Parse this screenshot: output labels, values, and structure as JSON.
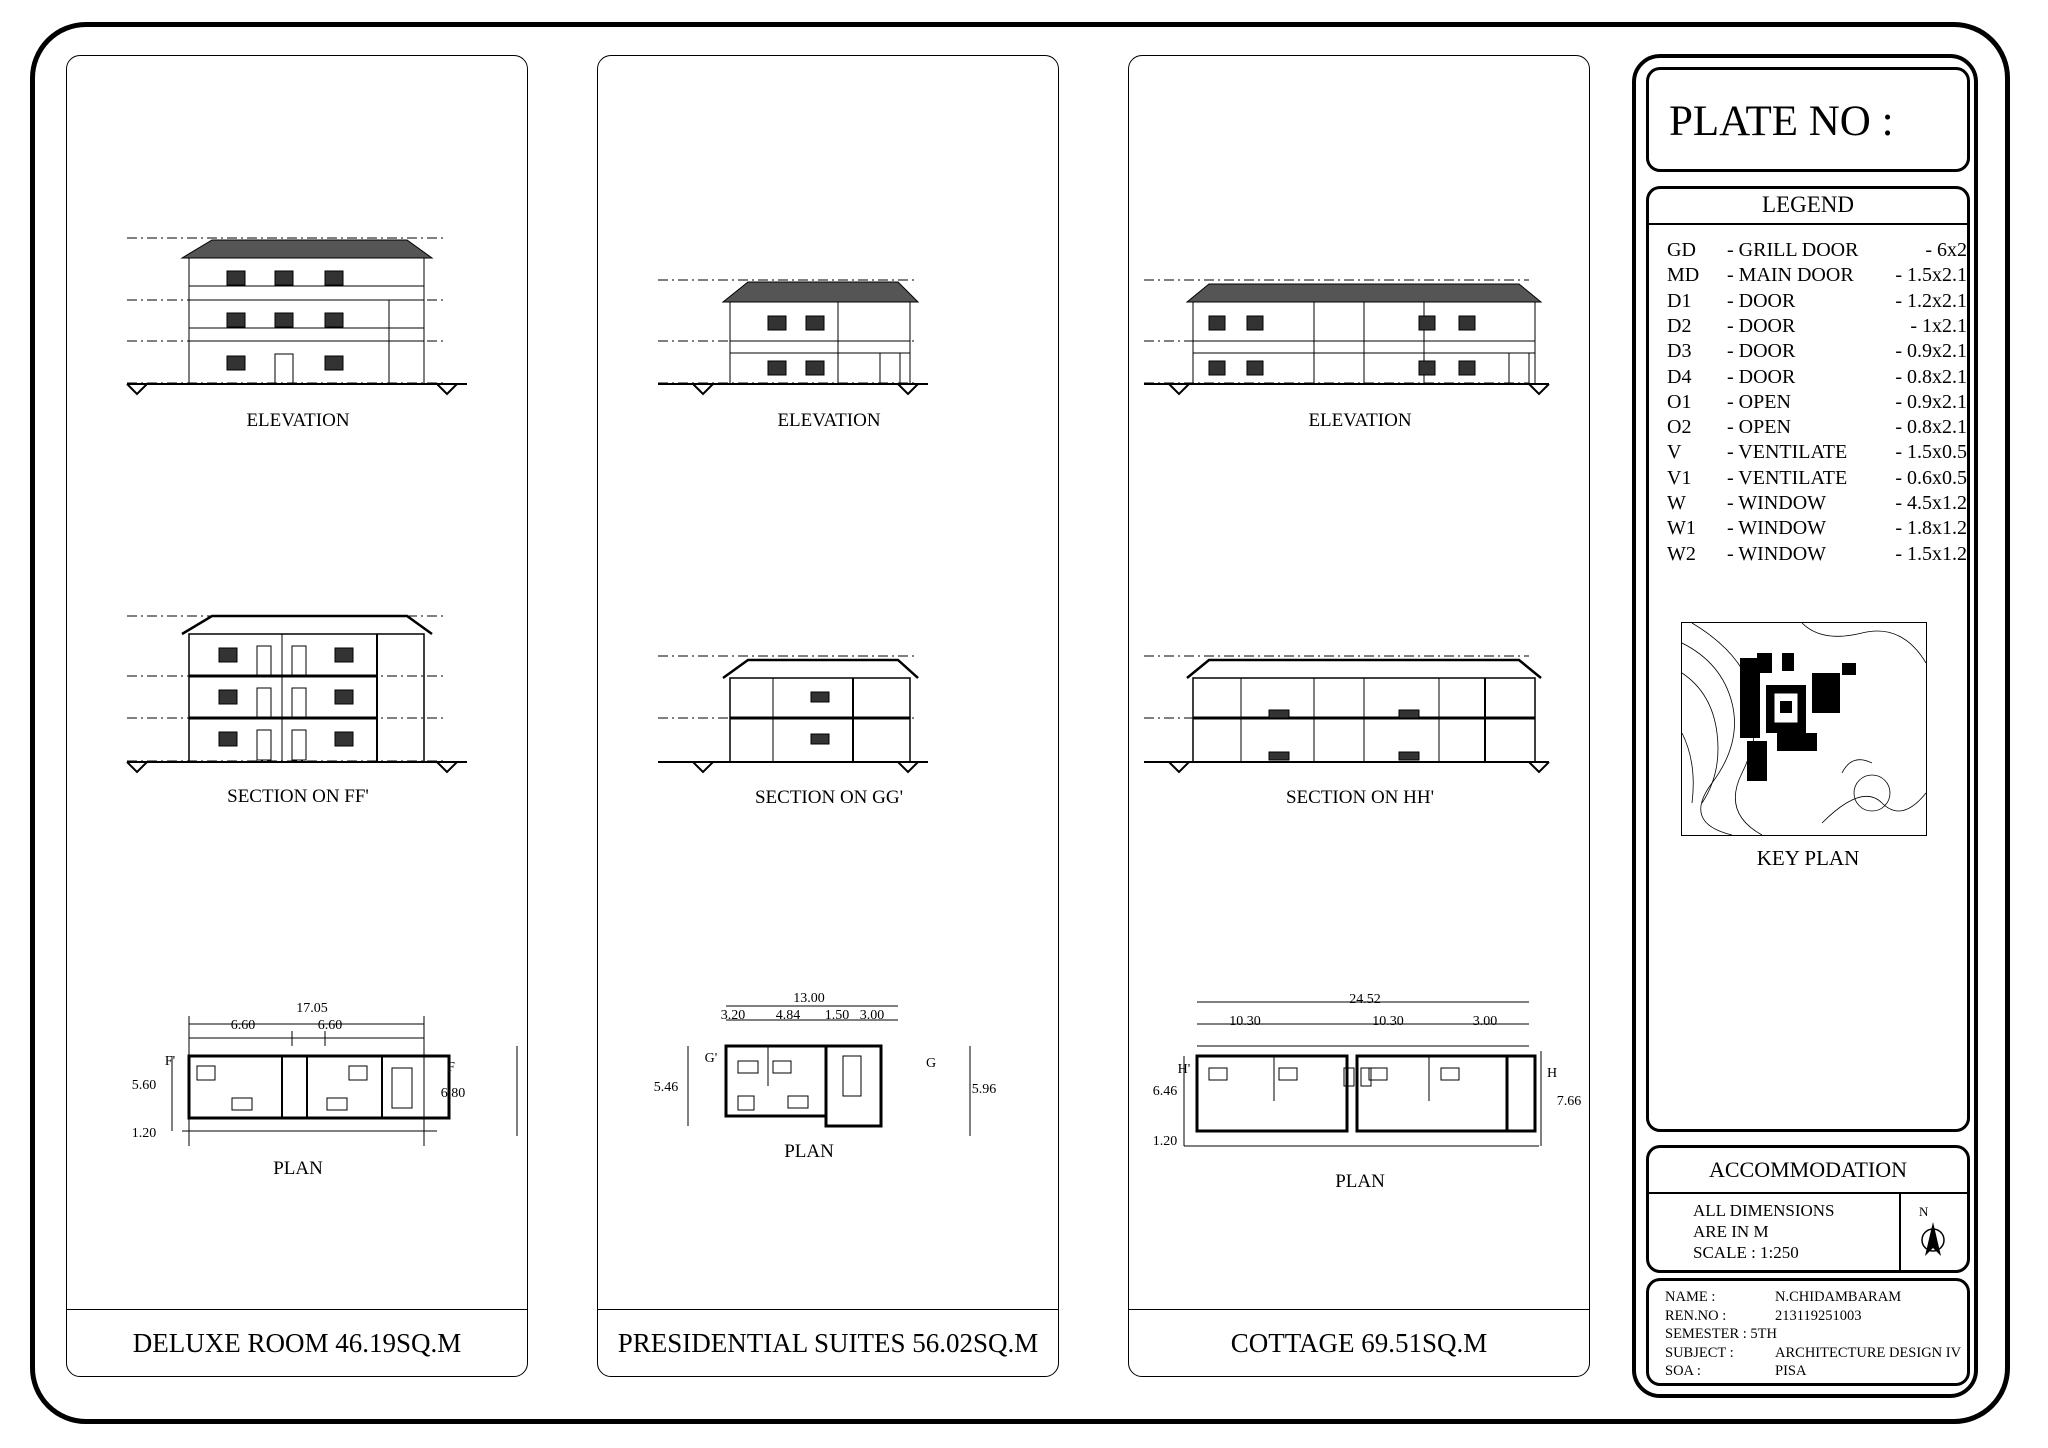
{
  "panels": [
    {
      "elevation_label": "ELEVATION",
      "section_label": "SECTION ON FF'",
      "plan_label": "PLAN",
      "title": "DELUXE ROOM 46.19SQ.M",
      "plan_dims": {
        "total": "17.05",
        "left": "6.60",
        "right": "6.60",
        "depth": "5.60",
        "depth2": "6.80",
        "bottom": "1.20",
        "cut_left": "F'",
        "cut_right": "F"
      }
    },
    {
      "elevation_label": "ELEVATION",
      "section_label": "SECTION ON GG'",
      "plan_label": "PLAN",
      "title": "PRESIDENTIAL SUITES 56.02SQ.M",
      "plan_dims": {
        "total": "13.00",
        "d1": "3.20",
        "d2": "4.84",
        "d3": "1.50",
        "d4": "3.00",
        "depth": "5.46",
        "depth2": "5.96",
        "cut_left": "G'",
        "cut_right": "G"
      }
    },
    {
      "elevation_label": "ELEVATION",
      "section_label": "SECTION ON HH'",
      "plan_label": "PLAN",
      "title": "COTTAGE 69.51SQ.M",
      "plan_dims": {
        "total": "24.52",
        "left": "10.30",
        "mid": "10.30",
        "right": "3.00",
        "depth": "6.46",
        "depth2": "7.66",
        "bottom": "1.20",
        "cut_left": "H'",
        "cut_right": "H"
      }
    }
  ],
  "plate": {
    "label": "PLATE NO :"
  },
  "legend": {
    "title": "LEGEND",
    "items": [
      {
        "code": "GD",
        "desc": "- GRILL DOOR",
        "size": "- 6x2"
      },
      {
        "code": "MD",
        "desc": "- MAIN DOOR",
        "size": "- 1.5x2.1"
      },
      {
        "code": "D1",
        "desc": "- DOOR",
        "size": "- 1.2x2.1"
      },
      {
        "code": "D2",
        "desc": "- DOOR",
        "size": "- 1x2.1"
      },
      {
        "code": "D3",
        "desc": "- DOOR",
        "size": "- 0.9x2.1"
      },
      {
        "code": "D4",
        "desc": "- DOOR",
        "size": "- 0.8x2.1"
      },
      {
        "code": "O1",
        "desc": "- OPEN",
        "size": "- 0.9x2.1"
      },
      {
        "code": "O2",
        "desc": "- OPEN",
        "size": "- 0.8x2.1"
      },
      {
        "code": "V",
        "desc": "- VENTILATE",
        "size": "- 1.5x0.5"
      },
      {
        "code": "V1",
        "desc": "- VENTILATE",
        "size": "- 0.6x0.5"
      },
      {
        "code": "W",
        "desc": "- WINDOW",
        "size": "- 4.5x1.2"
      },
      {
        "code": "W1",
        "desc": "- WINDOW",
        "size": "- 1.8x1.2"
      },
      {
        "code": "W2",
        "desc": "- WINDOW",
        "size": "- 1.5x1.2"
      }
    ],
    "key_plan_label": "KEY PLAN"
  },
  "accommodation": {
    "title": "ACCOMMODATION",
    "line1": "ALL DIMENSIONS",
    "line2": "ARE IN M",
    "line3": "SCALE : 1:250",
    "north": "N"
  },
  "info": [
    {
      "key": "NAME :",
      "value": "N.CHIDAMBARAM"
    },
    {
      "key": "REN.NO :",
      "value": "213119251003"
    },
    {
      "key": "SEMESTER : 5TH",
      "value": ""
    },
    {
      "key": "SUBJECT :",
      "value": "ARCHITECTURE DESIGN IV"
    },
    {
      "key": "SOA :",
      "value": "PISA"
    }
  ]
}
